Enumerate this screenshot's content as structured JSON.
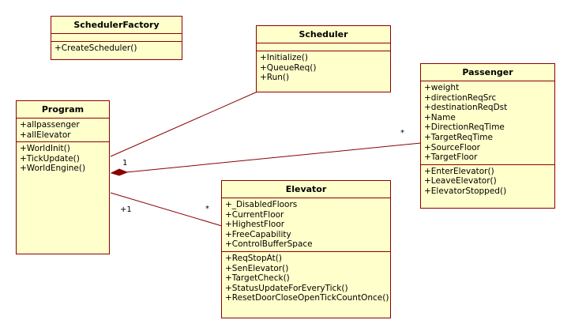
{
  "classes": {
    "scheduler_factory": {
      "name": "SchedulerFactory",
      "attributes": [],
      "operations": [
        "+CreateScheduler()"
      ]
    },
    "scheduler": {
      "name": "Scheduler",
      "attributes": [],
      "operations": [
        "+Initialize()",
        "+QueueReq()",
        "+Run()"
      ]
    },
    "program": {
      "name": "Program",
      "attributes": [
        "+allpassenger",
        "+allElevator"
      ],
      "operations": [
        "+WorldInit()",
        "+TickUpdate()",
        "+WorldEngine()"
      ]
    },
    "passenger": {
      "name": "Passenger",
      "attributes": [
        "+weight",
        "+directionReqSrc",
        "+destinationReqDst",
        "+Name",
        "+DirectionReqTime",
        "+TargetReqTime",
        "+SourceFloor",
        "+TargetFloor"
      ],
      "operations": [
        "+EnterElevator()",
        "+LeaveElevator()",
        "+ElevatorStopped()"
      ]
    },
    "elevator": {
      "name": "Elevator",
      "attributes": [
        "+_DisabledFloors",
        "+CurrentFloor",
        "+HighestFloor",
        "+FreeCapability",
        "+ControlBufferSpace"
      ],
      "operations": [
        "+ReqStopAt()",
        "+SenElevator()",
        "+TargetCheck()",
        "+StatusUpdateForEveryTick()",
        "+ResetDoorCloseOpenTickCountOnce()"
      ]
    }
  },
  "multiplicities": {
    "program_passenger_near": "1",
    "program_passenger_far": "*",
    "program_elevator_near": "+1",
    "program_elevator_far": "*"
  },
  "colors": {
    "fill": "#ffffcc",
    "border": "#8b0000",
    "line": "#8b0000"
  }
}
